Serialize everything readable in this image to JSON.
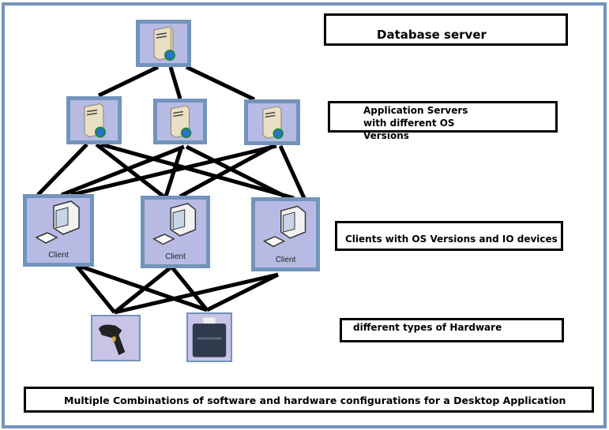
{
  "labels": {
    "database": "Database server",
    "app_servers": "Application Servers with different OS Versions",
    "clients": "Clients with OS Versions and IO devices",
    "hardware": "different types of Hardware",
    "footer": "Multiple Combinations of software and hardware configurations for a Desktop Application"
  },
  "nodes": {
    "database_server": {
      "icon": "server-globe-icon"
    },
    "app_servers": [
      {
        "icon": "server-globe-icon"
      },
      {
        "icon": "server-globe-icon"
      },
      {
        "icon": "server-globe-icon"
      }
    ],
    "clients": [
      {
        "caption": "Client"
      },
      {
        "caption": "Client"
      },
      {
        "caption": "Client"
      }
    ],
    "hardware": [
      {
        "icon": "barcode-scanner-icon"
      },
      {
        "icon": "receipt-printer-icon"
      }
    ]
  },
  "colors": {
    "frame": "#7393bb",
    "node_fill": "#b7bbe3",
    "connector": "#000000"
  }
}
